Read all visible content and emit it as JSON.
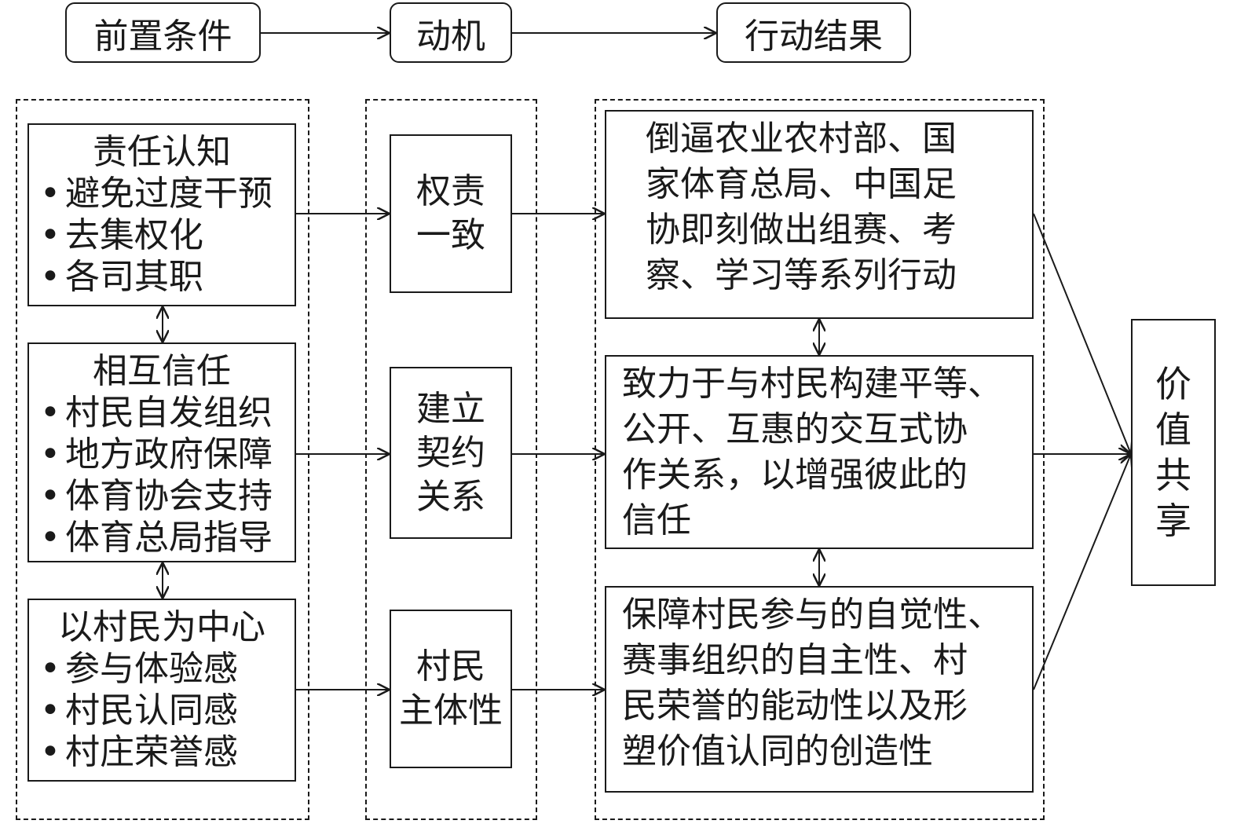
{
  "headers": {
    "precondition": "前置条件",
    "motive": "动机",
    "result": "行动结果"
  },
  "preconditions": [
    {
      "title": "责任认知",
      "items": [
        "避免过度干预",
        "去集权化",
        "各司其职"
      ]
    },
    {
      "title": "相互信任",
      "items": [
        "村民自发组织",
        "地方政府保障",
        "体育协会支持",
        "体育总局指导"
      ]
    },
    {
      "title": "以村民为中心",
      "items": [
        "参与体验感",
        "村民认同感",
        "村庄荣誉感"
      ]
    }
  ],
  "motives": [
    {
      "lines": [
        "权责",
        "一致"
      ]
    },
    {
      "lines": [
        "建立",
        "契约",
        "关系"
      ]
    },
    {
      "lines": [
        "村民",
        "主体性"
      ]
    }
  ],
  "results": [
    {
      "lines": [
        "倒逼农业农村部、国",
        "家体育总局、中国足",
        "协即刻做出组赛、考",
        "察、学习等系列行动"
      ]
    },
    {
      "lines": [
        "致力于与村民构建平等、",
        "公开、互惠的交互式协",
        "作关系，以增强彼此的",
        "信任"
      ]
    },
    {
      "lines": [
        "保障村民参与的自觉性、",
        "赛事组织的自主性、村",
        "民荣誉的能动性以及形",
        "塑价值认同的创造性"
      ]
    }
  ],
  "outcome": {
    "chars": [
      "价",
      "值",
      "共",
      "享"
    ]
  }
}
